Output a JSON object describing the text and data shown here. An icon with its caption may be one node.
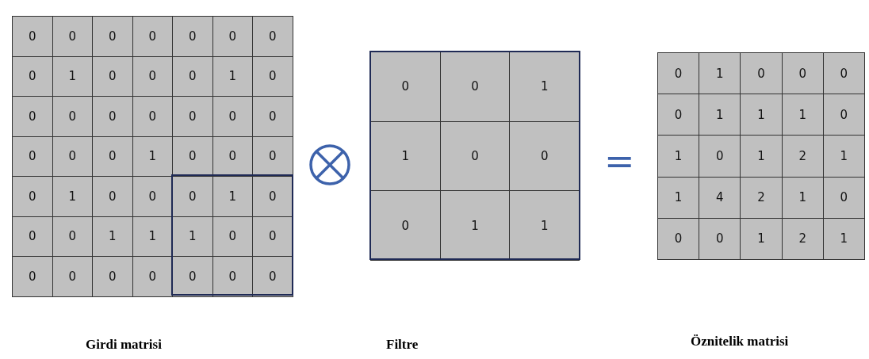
{
  "diagram": {
    "labels": [
      "0",
      "0",
      "0",
      "0",
      "0",
      "0",
      "0",
      "0",
      "1",
      "0",
      "0",
      "0",
      "1",
      "0",
      "0",
      "0",
      "0",
      "0",
      "0",
      "0",
      "0",
      "0",
      "0",
      "0",
      "1",
      "0",
      "0",
      "0",
      "0",
      "1",
      "0",
      "0",
      "0",
      "1",
      "0",
      "0",
      "0",
      "1",
      "1",
      "1",
      "0",
      "0",
      "0",
      "0",
      "0",
      "0",
      "0",
      "0",
      "0",
      "0",
      "0",
      "1",
      "1",
      "0",
      "0",
      "0",
      "1",
      "1",
      "=",
      "0",
      "1",
      "0",
      "0",
      "0",
      "0",
      "1",
      "1",
      "1",
      "0",
      "1",
      "0",
      "1",
      "2",
      "1",
      "1",
      "4",
      "2",
      "1",
      "0",
      "0",
      "0",
      "1",
      "2",
      "1",
      "Girdi matrisi",
      "Filtre",
      "Öznitelik matrisi"
    ]
  }
}
